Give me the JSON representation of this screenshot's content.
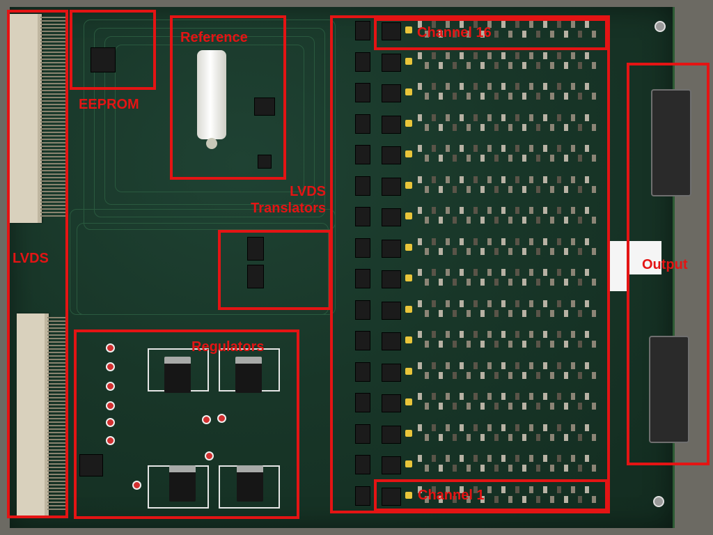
{
  "colors": {
    "callout": "#e41414",
    "pcb": "#183628",
    "connector": "#d9d1bd"
  },
  "labels": {
    "channel_16": "Channel 16",
    "eeprom": "EEPROM",
    "reference": "Reference",
    "lvds": "LVDS",
    "lvds_translators_line1": "LVDS",
    "lvds_translators_line2": "Translators",
    "regulators": "Regulators",
    "output": "Output",
    "channel_1": "Channel 1"
  }
}
